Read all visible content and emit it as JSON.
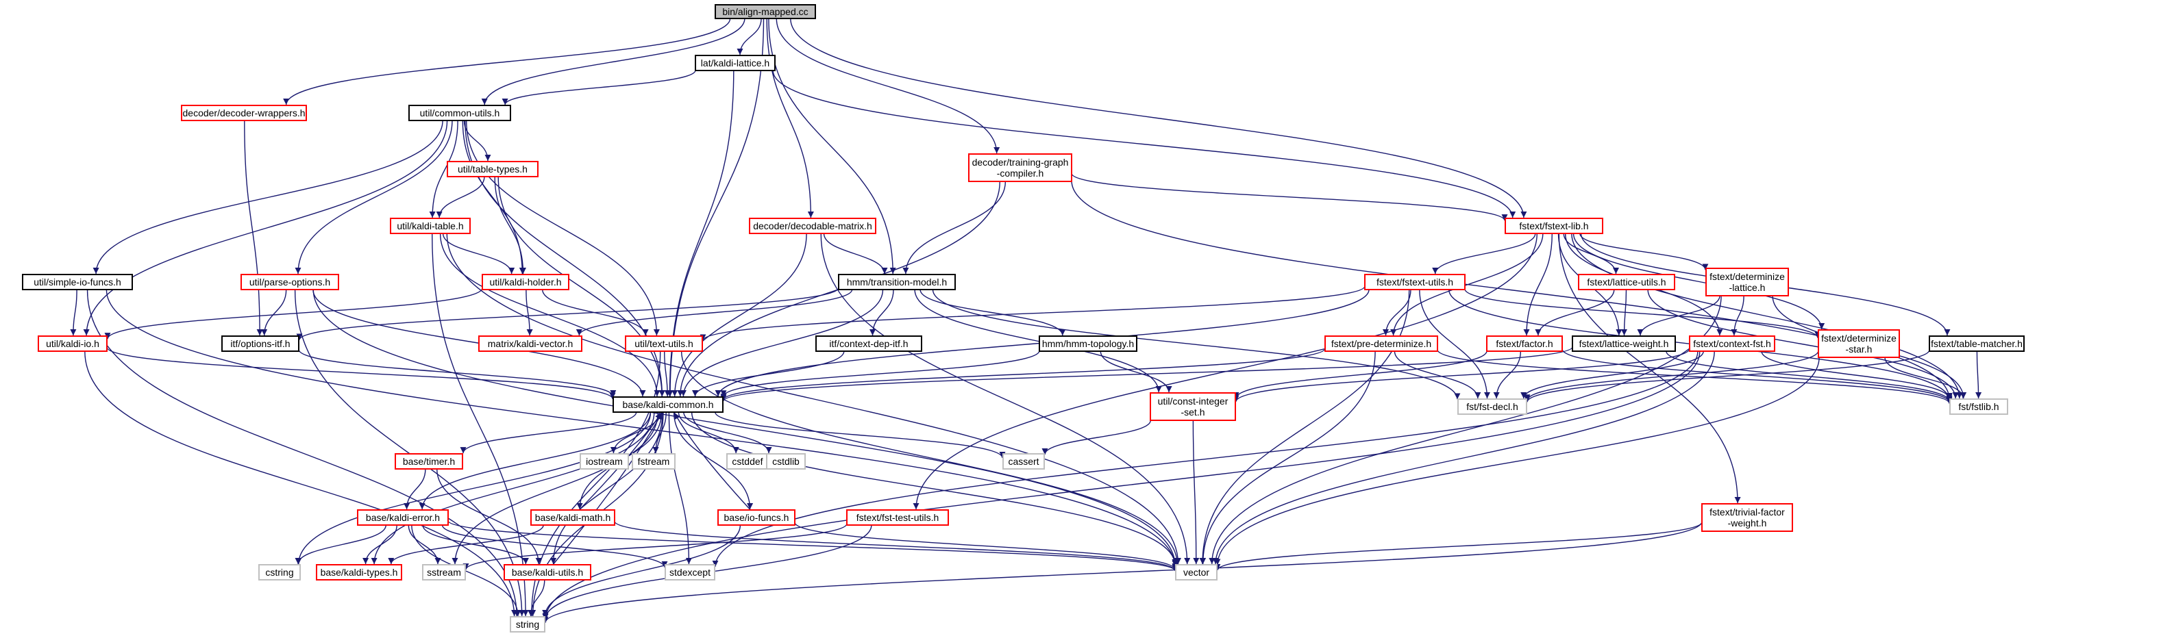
{
  "graph": {
    "root": "bin/align-mapped.cc",
    "colors": {
      "root_fill": "#bfbfbf",
      "root_border": "#000000",
      "node_fill": "#ffffff",
      "documented_border": "#ff0000",
      "undocumented_border": "#000000",
      "system_border": "#bfbfbf",
      "edge": "#191970",
      "text": "#000000"
    },
    "nodes": [
      {
        "id": "root",
        "label": "bin/align-mapped.cc",
        "kind": "root"
      },
      {
        "id": "lattice",
        "label": "lat/kaldi-lattice.h",
        "kind": "plain"
      },
      {
        "id": "decwrap",
        "label": "decoder/decoder-wrappers.h",
        "kind": "red"
      },
      {
        "id": "common",
        "label": "util/common-utils.h",
        "kind": "plain"
      },
      {
        "id": "tgc",
        "label": [
          "decoder/training-graph",
          "-compiler.h"
        ],
        "kind": "red"
      },
      {
        "id": "tabletypes",
        "label": "util/table-types.h",
        "kind": "red"
      },
      {
        "id": "decmat",
        "label": "decoder/decodable-matrix.h",
        "kind": "red"
      },
      {
        "id": "fstextlib",
        "label": "fstext/fstext-lib.h",
        "kind": "red"
      },
      {
        "id": "kalditable",
        "label": "util/kaldi-table.h",
        "kind": "red"
      },
      {
        "id": "simpleio",
        "label": "util/simple-io-funcs.h",
        "kind": "plain"
      },
      {
        "id": "parseopt",
        "label": "util/parse-options.h",
        "kind": "red"
      },
      {
        "id": "holder",
        "label": "util/kaldi-holder.h",
        "kind": "red"
      },
      {
        "id": "transmodel",
        "label": "hmm/transition-model.h",
        "kind": "plain"
      },
      {
        "id": "fstextutils",
        "label": "fstext/fstext-utils.h",
        "kind": "red"
      },
      {
        "id": "latutils",
        "label": "fstext/lattice-utils.h",
        "kind": "red"
      },
      {
        "id": "detlat",
        "label": [
          "fstext/determinize",
          "-lattice.h"
        ],
        "kind": "red"
      },
      {
        "id": "kaldiio",
        "label": "util/kaldi-io.h",
        "kind": "red"
      },
      {
        "id": "optitf",
        "label": "itf/options-itf.h",
        "kind": "plain"
      },
      {
        "id": "matvec",
        "label": "matrix/kaldi-vector.h",
        "kind": "red"
      },
      {
        "id": "textutils",
        "label": "util/text-utils.h",
        "kind": "red"
      },
      {
        "id": "ctxdep",
        "label": "itf/context-dep-itf.h",
        "kind": "plain"
      },
      {
        "id": "hmmtopo",
        "label": "hmm/hmm-topology.h",
        "kind": "plain"
      },
      {
        "id": "predet",
        "label": "fstext/pre-determinize.h",
        "kind": "red"
      },
      {
        "id": "factor",
        "label": "fstext/factor.h",
        "kind": "red"
      },
      {
        "id": "latweight",
        "label": "fstext/lattice-weight.h",
        "kind": "plain"
      },
      {
        "id": "ctxfst",
        "label": "fstext/context-fst.h",
        "kind": "red"
      },
      {
        "id": "detstar",
        "label": [
          "fstext/determinize",
          "-star.h"
        ],
        "kind": "red"
      },
      {
        "id": "tablematch",
        "label": "fstext/table-matcher.h",
        "kind": "plain"
      },
      {
        "id": "kcommon",
        "label": "base/kaldi-common.h",
        "kind": "plain"
      },
      {
        "id": "constint",
        "label": [
          "util/const-integer",
          "-set.h"
        ],
        "kind": "red"
      },
      {
        "id": "fstdecl",
        "label": "fst/fst-decl.h",
        "kind": "sys"
      },
      {
        "id": "fstlib",
        "label": "fst/fstlib.h",
        "kind": "sys"
      },
      {
        "id": "timer",
        "label": "base/timer.h",
        "kind": "red"
      },
      {
        "id": "iostream",
        "label": "iostream",
        "kind": "sys"
      },
      {
        "id": "fstream",
        "label": "fstream",
        "kind": "sys"
      },
      {
        "id": "cstddef",
        "label": "cstddef",
        "kind": "sys"
      },
      {
        "id": "cstdlib",
        "label": "cstdlib",
        "kind": "sys"
      },
      {
        "id": "cassert",
        "label": "cassert",
        "kind": "sys"
      },
      {
        "id": "kerror",
        "label": "base/kaldi-error.h",
        "kind": "red"
      },
      {
        "id": "kmath",
        "label": "base/kaldi-math.h",
        "kind": "red"
      },
      {
        "id": "iofuncs",
        "label": "base/io-funcs.h",
        "kind": "red"
      },
      {
        "id": "fsttest",
        "label": "fstext/fst-test-utils.h",
        "kind": "red"
      },
      {
        "id": "trivial",
        "label": [
          "fstext/trivial-factor",
          "-weight.h"
        ],
        "kind": "red"
      },
      {
        "id": "cstring",
        "label": "cstring",
        "kind": "sys"
      },
      {
        "id": "ktypes",
        "label": "base/kaldi-types.h",
        "kind": "red"
      },
      {
        "id": "sstream",
        "label": "sstream",
        "kind": "sys"
      },
      {
        "id": "kutils",
        "label": "base/kaldi-utils.h",
        "kind": "red"
      },
      {
        "id": "stdexcept",
        "label": "stdexcept",
        "kind": "sys"
      },
      {
        "id": "vector",
        "label": "vector",
        "kind": "sys"
      },
      {
        "id": "string",
        "label": "string",
        "kind": "sys"
      }
    ],
    "edges": [
      [
        "root",
        "lattice"
      ],
      [
        "root",
        "decwrap"
      ],
      [
        "root",
        "common"
      ],
      [
        "root",
        "tgc"
      ],
      [
        "root",
        "decmat"
      ],
      [
        "root",
        "fstextlib"
      ],
      [
        "root",
        "transmodel"
      ],
      [
        "root",
        "kcommon"
      ],
      [
        "lattice",
        "common"
      ],
      [
        "lattice",
        "fstextlib"
      ],
      [
        "lattice",
        "kcommon"
      ],
      [
        "decwrap",
        "optitf"
      ],
      [
        "common",
        "tabletypes"
      ],
      [
        "common",
        "kalditable"
      ],
      [
        "common",
        "simpleio"
      ],
      [
        "common",
        "parseopt"
      ],
      [
        "common",
        "holder"
      ],
      [
        "common",
        "kaldiio"
      ],
      [
        "common",
        "textutils"
      ],
      [
        "common",
        "kcommon"
      ],
      [
        "tgc",
        "fstextlib"
      ],
      [
        "tgc",
        "transmodel"
      ],
      [
        "tgc",
        "kcommon"
      ],
      [
        "tgc",
        "fstlib"
      ],
      [
        "decmat",
        "transmodel"
      ],
      [
        "decmat",
        "kcommon"
      ],
      [
        "decmat",
        "vector"
      ],
      [
        "tabletypes",
        "kalditable"
      ],
      [
        "tabletypes",
        "holder"
      ],
      [
        "tabletypes",
        "kcommon"
      ],
      [
        "kalditable",
        "holder"
      ],
      [
        "kalditable",
        "kcommon"
      ],
      [
        "kalditable",
        "string"
      ],
      [
        "kalditable",
        "vector"
      ],
      [
        "simpleio",
        "kaldiio"
      ],
      [
        "simpleio",
        "string"
      ],
      [
        "simpleio",
        "vector"
      ],
      [
        "parseopt",
        "optitf"
      ],
      [
        "parseopt",
        "kcommon"
      ],
      [
        "parseopt",
        "string"
      ],
      [
        "parseopt",
        "vector"
      ],
      [
        "holder",
        "kaldiio"
      ],
      [
        "holder",
        "textutils"
      ],
      [
        "holder",
        "matvec"
      ],
      [
        "transmodel",
        "matvec"
      ],
      [
        "transmodel",
        "optitf"
      ],
      [
        "transmodel",
        "ctxdep"
      ],
      [
        "transmodel",
        "hmmtopo"
      ],
      [
        "transmodel",
        "constint"
      ],
      [
        "transmodel",
        "kcommon"
      ],
      [
        "transmodel",
        "fstdecl"
      ],
      [
        "fstextlib",
        "fstextutils"
      ],
      [
        "fstextlib",
        "latutils"
      ],
      [
        "fstextlib",
        "detlat"
      ],
      [
        "fstextlib",
        "predet"
      ],
      [
        "fstextlib",
        "factor"
      ],
      [
        "fstextlib",
        "latweight"
      ],
      [
        "fstextlib",
        "ctxfst"
      ],
      [
        "fstextlib",
        "detstar"
      ],
      [
        "fstextlib",
        "tablematch"
      ],
      [
        "fstextlib",
        "fsttest"
      ],
      [
        "fstextlib",
        "trivial"
      ],
      [
        "fstextlib",
        "fstlib"
      ],
      [
        "fstextutils",
        "textutils"
      ],
      [
        "fstextutils",
        "kcommon"
      ],
      [
        "fstextutils",
        "predet"
      ],
      [
        "fstextutils",
        "detstar"
      ],
      [
        "fstextutils",
        "fstdecl"
      ],
      [
        "fstextutils",
        "fstlib"
      ],
      [
        "fstextutils",
        "vector"
      ],
      [
        "latutils",
        "factor"
      ],
      [
        "latutils",
        "latweight"
      ],
      [
        "latutils",
        "fstlib"
      ],
      [
        "detlat",
        "latweight"
      ],
      [
        "detlat",
        "fstlib"
      ],
      [
        "detlat",
        "ctxfst"
      ],
      [
        "detlat",
        "vector"
      ],
      [
        "kaldiio",
        "kcommon"
      ],
      [
        "kaldiio",
        "string"
      ],
      [
        "optitf",
        "kcommon"
      ],
      [
        "textutils",
        "kcommon"
      ],
      [
        "textutils",
        "string"
      ],
      [
        "textutils",
        "vector"
      ],
      [
        "ctxdep",
        "kcommon"
      ],
      [
        "hmmtopo",
        "kcommon"
      ],
      [
        "hmmtopo",
        "constint"
      ],
      [
        "predet",
        "kcommon"
      ],
      [
        "predet",
        "fstdecl"
      ],
      [
        "predet",
        "fstlib"
      ],
      [
        "predet",
        "vector"
      ],
      [
        "factor",
        "constint"
      ],
      [
        "factor",
        "fstdecl"
      ],
      [
        "factor",
        "fstlib"
      ],
      [
        "latweight",
        "kcommon"
      ],
      [
        "latweight",
        "fstlib"
      ],
      [
        "ctxfst",
        "constint"
      ],
      [
        "ctxfst",
        "fstdecl"
      ],
      [
        "ctxfst",
        "fstlib"
      ],
      [
        "ctxfst",
        "string"
      ],
      [
        "ctxfst",
        "vector"
      ],
      [
        "ctxfst",
        "stdexcept"
      ],
      [
        "detstar",
        "fstdecl"
      ],
      [
        "detstar",
        "fstlib"
      ],
      [
        "detstar",
        "vector"
      ],
      [
        "tablematch",
        "fstdecl"
      ],
      [
        "tablematch",
        "fstlib"
      ],
      [
        "constint",
        "vector"
      ],
      [
        "constint",
        "cassert"
      ],
      [
        "fsttest",
        "sstream"
      ],
      [
        "fsttest",
        "string"
      ],
      [
        "trivial",
        "vector"
      ],
      [
        "trivial",
        "string"
      ],
      [
        "kcommon",
        "timer"
      ],
      [
        "kcommon",
        "iostream"
      ],
      [
        "kcommon",
        "fstream"
      ],
      [
        "kcommon",
        "cstddef"
      ],
      [
        "kcommon",
        "cstdlib"
      ],
      [
        "kcommon",
        "cassert"
      ],
      [
        "kcommon",
        "kerror"
      ],
      [
        "kcommon",
        "kmath"
      ],
      [
        "kcommon",
        "iofuncs"
      ],
      [
        "kcommon",
        "cstring"
      ],
      [
        "kcommon",
        "ktypes"
      ],
      [
        "kcommon",
        "sstream"
      ],
      [
        "kcommon",
        "kutils"
      ],
      [
        "kcommon",
        "stdexcept"
      ],
      [
        "kcommon",
        "vector"
      ],
      [
        "kcommon",
        "string"
      ],
      [
        "timer",
        "kerror"
      ],
      [
        "timer",
        "kutils"
      ],
      [
        "kerror",
        "cstring"
      ],
      [
        "kerror",
        "ktypes"
      ],
      [
        "kerror",
        "sstream"
      ],
      [
        "kerror",
        "kutils"
      ],
      [
        "kerror",
        "stdexcept"
      ],
      [
        "kerror",
        "string"
      ],
      [
        "kerror",
        "vector"
      ],
      [
        "kmath",
        "ktypes"
      ],
      [
        "kmath",
        "kcommon"
      ],
      [
        "kmath",
        "vector"
      ],
      [
        "iofuncs",
        "kcommon"
      ],
      [
        "iofuncs",
        "string"
      ],
      [
        "iofuncs",
        "vector"
      ],
      [
        "kutils",
        "kcommon"
      ],
      [
        "kutils",
        "string"
      ]
    ]
  }
}
